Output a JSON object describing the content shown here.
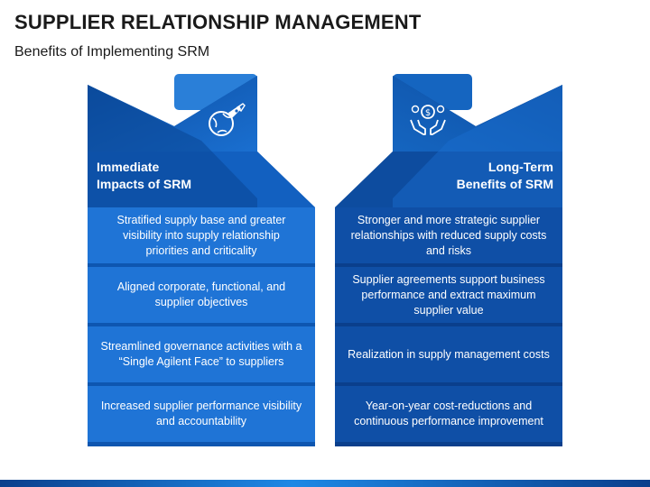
{
  "header": {
    "title": "SUPPLIER RELATIONSHIP MANAGEMENT",
    "subtitle": "Benefits of Implementing SRM"
  },
  "colors": {
    "panel_dark": "#0a3f8c",
    "panel_mid": "#1565c0",
    "panel_light": "#1e88e5",
    "tab": "#1976d2",
    "row_left": "#1662c4",
    "row_right": "#0c4b9e"
  },
  "left_panel": {
    "icon": "globe-rocket-icon",
    "heading": "Immediate\nImpacts of SRM",
    "items": [
      "Stratified supply base and greater visibility into supply relationship priorities and criticality",
      "Aligned corporate, functional, and supplier objectives",
      "Streamlined governance activities with a “Single Agilent Face” to suppliers",
      "Increased supplier performance visibility and accountability"
    ]
  },
  "right_panel": {
    "icon": "hands-money-icon",
    "heading": "Long-Term\nBenefits of SRM",
    "items": [
      "Stronger and more strategic supplier relationships with reduced supply costs and risks",
      "Supplier agreements support business performance and extract maximum supplier value",
      "Realization in supply management costs",
      "Year-on-year cost-reductions and continuous performance improvement"
    ]
  }
}
